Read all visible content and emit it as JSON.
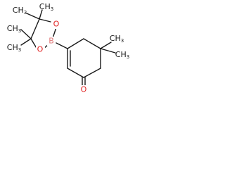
{
  "molecule": {
    "atoms": {
      "oxygen_carbonyl": "O",
      "oxygen_ring_upper": "O",
      "oxygen_ring_lower": "O",
      "boron": "B"
    },
    "methyl_labels": {
      "m1": "CH3",
      "m2": "CH3",
      "m3": "CH3",
      "m4": "CH3",
      "m5": "CH3",
      "m6": "CH3"
    },
    "colors": {
      "oxygen": "#e02020",
      "boron": "#e07a7a",
      "carbon": "#1a1a1a"
    }
  }
}
